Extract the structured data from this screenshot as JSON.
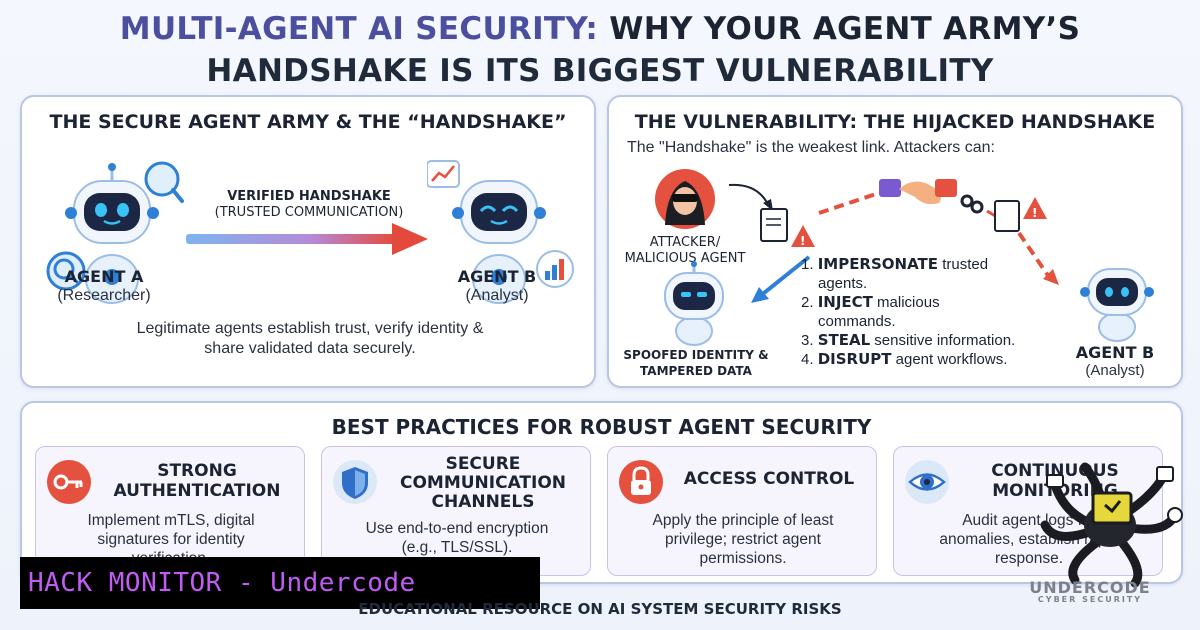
{
  "header": {
    "title_highlight": "MULTI-AGENT AI SECURITY:",
    "title_rest": " WHY YOUR AGENT ARMY’S",
    "title_line2": "HANDSHAKE IS ITS BIGGEST VULNERABILITY"
  },
  "secure_panel": {
    "title": "THE SECURE AGENT ARMY & THE “HANDSHAKE”",
    "handshake_label_1": "VERIFIED HANDSHAKE",
    "handshake_label_2": "(TRUSTED COMMUNICATION)",
    "agent_a_name": "AGENT A",
    "agent_a_role": "(Researcher)",
    "agent_b_name": "AGENT B",
    "agent_b_role": "(Analyst)",
    "description_1": "Legitimate agents establish trust, verify identity &",
    "description_2": "share validated data securely."
  },
  "vuln_panel": {
    "title": "THE VULNERABILITY: THE HIJACKED HANDSHAKE",
    "intro": "The \"Handshake\" is the weakest link. Attackers can:",
    "attacker_label_1": "ATTACKER/",
    "attacker_label_2": "MALICIOUS AGENT",
    "spoof_label_1": "SPOOFED IDENTITY &",
    "spoof_label_2": "TAMPERED DATA",
    "agent_b_name": "AGENT B",
    "agent_b_role": "(Analyst)",
    "threats": [
      {
        "num": "1.",
        "bold": "IMPERSONATE",
        "rest": " trusted",
        "cont": "agents."
      },
      {
        "num": "2.",
        "bold": "INJECT",
        "rest": " malicious",
        "cont": "commands."
      },
      {
        "num": "3.",
        "bold": "STEAL",
        "rest": " sensitive information.",
        "cont": ""
      },
      {
        "num": "4.",
        "bold": "DISRUPT",
        "rest": " agent workflows.",
        "cont": ""
      }
    ]
  },
  "practices": {
    "title": "BEST PRACTICES FOR ROBUST AGENT SECURITY",
    "cards": [
      {
        "title_1": "STRONG",
        "title_2": "AUTHENTICATION",
        "title_3": "",
        "desc_1": "Implement mTLS, digital",
        "desc_2": "signatures for identity",
        "desc_3": "verification.",
        "icon": "key-icon",
        "color": "#e4513f"
      },
      {
        "title_1": "SECURE",
        "title_2": "COMMUNICATION",
        "title_3": "CHANNELS",
        "desc_1": "Use end-to-end encryption",
        "desc_2": "(e.g., TLS/SSL).",
        "desc_3": "",
        "icon": "shield-icon",
        "color": "#2f6fc9"
      },
      {
        "title_1": "ACCESS CONTROL",
        "title_2": "",
        "title_3": "",
        "desc_1": "Apply the principle of least",
        "desc_2": "privilege; restrict agent",
        "desc_3": "permissions.",
        "icon": "lock-icon",
        "color": "#e4513f"
      },
      {
        "title_1": "CONTINUOUS",
        "title_2": "MONITORING",
        "title_3": "",
        "desc_1": "Audit agent logs for",
        "desc_2": "anomalies, establish rapid",
        "desc_3": "response.",
        "icon": "eye-icon",
        "color": "#2f6fc9"
      }
    ]
  },
  "watermark": {
    "text": "HACK MONITOR - Undercode"
  },
  "brand": {
    "name": "UNDERCODE",
    "tagline": "CYBER SECURITY"
  },
  "footer": {
    "text": "EDUCATIONAL RESOURCE ON AI SYSTEM SECURITY RISKS"
  },
  "colors": {
    "accent": "#4b4f9e",
    "danger": "#e4513f",
    "primary": "#2f6fc9",
    "robot": "#2e7fd6"
  }
}
